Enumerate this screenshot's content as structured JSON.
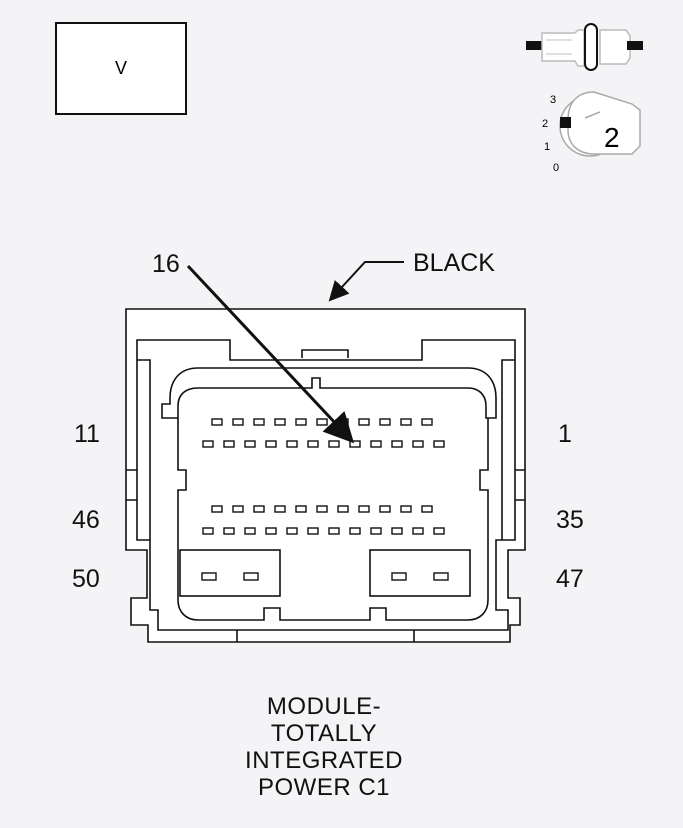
{
  "view_box_label": "V",
  "key": {
    "position_labels": [
      "3",
      "2",
      "1",
      "0"
    ],
    "position_number": "2"
  },
  "connector": {
    "color_label": "BLACK",
    "pointer_pin": "16",
    "pin_labels": {
      "top_left": "11",
      "top_right": "1",
      "mid_left": "46",
      "mid_right": "35",
      "bottom_left": "50",
      "bottom_right": "47"
    }
  },
  "title_lines": [
    "MODULE-",
    "TOTALLY",
    "INTEGRATED",
    "POWER C1"
  ]
}
